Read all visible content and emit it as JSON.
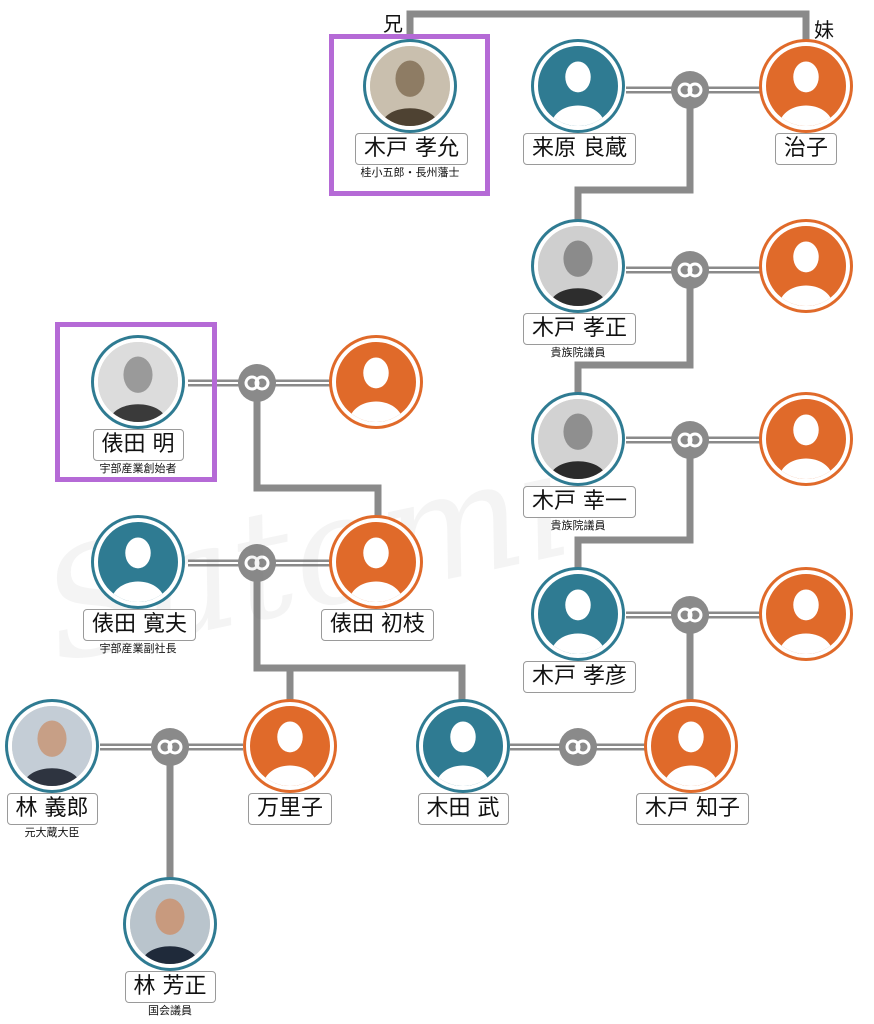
{
  "relations": {
    "elder_brother": "兄",
    "younger_sister": "妹"
  },
  "watermark": "Satomi",
  "people": {
    "kido_takayoshi": {
      "name": "木戸 孝允",
      "sub": "桂小五郎・長州藩士",
      "gender": "male",
      "photo": true
    },
    "kurihara_ryozo": {
      "name": "来原 良蔵",
      "gender": "male"
    },
    "haruko": {
      "name": "治子",
      "gender": "female"
    },
    "kido_takamasa": {
      "name": "木戸 孝正",
      "sub": "貴族院議員",
      "gender": "male",
      "photo": true
    },
    "kido_takamasa_wife": {
      "name": "",
      "gender": "female"
    },
    "kido_koichi": {
      "name": "木戸 幸一",
      "sub": "貴族院議員",
      "gender": "male",
      "photo": true
    },
    "kido_koichi_wife": {
      "name": "",
      "gender": "female"
    },
    "kido_takahiko": {
      "name": "木戸 孝彦",
      "gender": "male"
    },
    "kido_takahiko_wife": {
      "name": "",
      "gender": "female"
    },
    "tawarada_akira": {
      "name": "俵田 明",
      "sub": "宇部産業創始者",
      "gender": "male",
      "photo": true
    },
    "tawarada_akira_wife": {
      "name": "",
      "gender": "female"
    },
    "tawarada_hiroo": {
      "name": "俵田 寛夫",
      "sub": "宇部産業副社長",
      "gender": "male"
    },
    "tawarada_hatsue": {
      "name": "俵田 初枝",
      "gender": "female"
    },
    "hayashi_yoshiro": {
      "name": "林 義郎",
      "sub": "元大蔵大臣",
      "gender": "male",
      "photo": true
    },
    "mariko": {
      "name": "万里子",
      "gender": "female"
    },
    "kida_takeshi": {
      "name": "木田 武",
      "gender": "male"
    },
    "kido_tomoko": {
      "name": "木戸 知子",
      "gender": "female"
    },
    "hayashi_yoshimasa": {
      "name": "林 芳正",
      "sub": "国会議員",
      "gender": "male",
      "photo": true
    }
  },
  "colors": {
    "male": "#2f7b92",
    "female": "#e06a2a",
    "line": "#8a8a8a",
    "frame": "#b56ad6"
  }
}
